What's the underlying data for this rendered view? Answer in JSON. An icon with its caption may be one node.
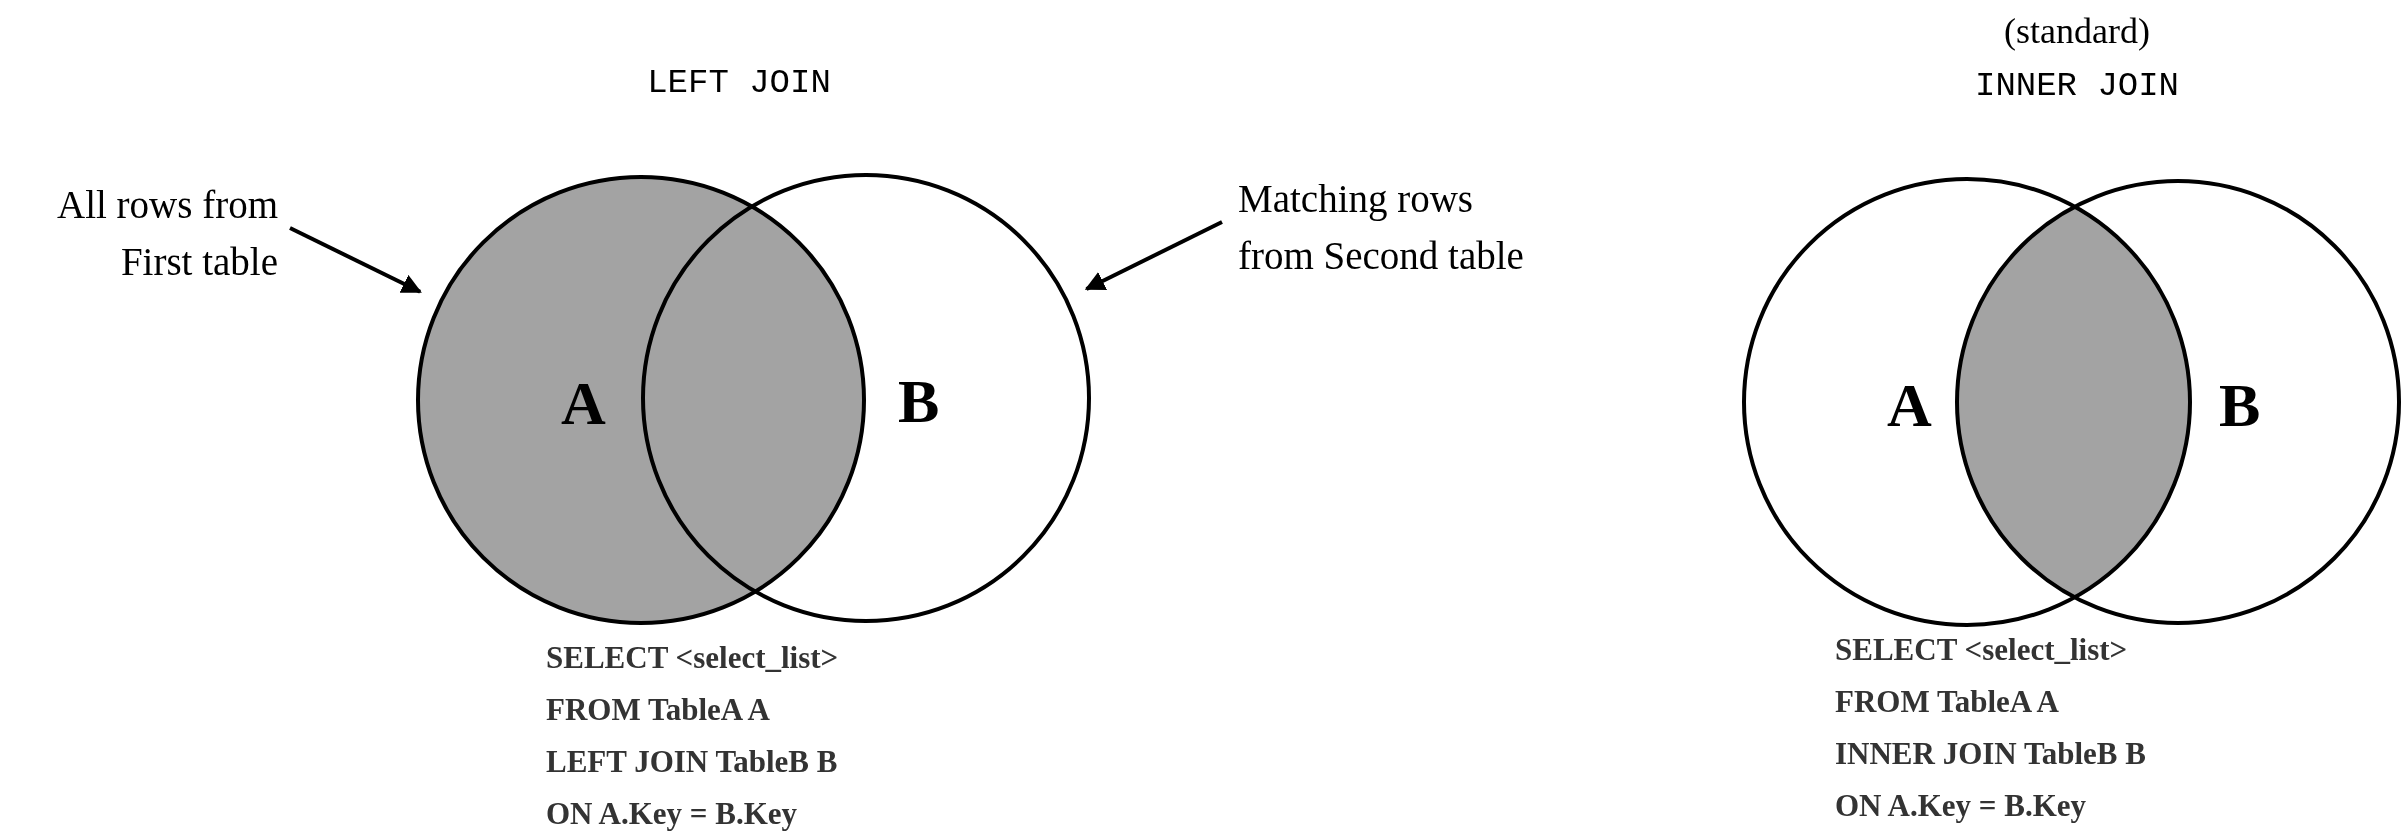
{
  "diagram": {
    "nodes": [
      {
        "text": [
          "All rows from First table"
        ]
      },
      {
        "text": [
          "A"
        ]
      },
      {
        "text": [
          "B"
        ]
      },
      {
        "text": [
          "Matching rows from Second table"
        ]
      },
      {
        "text": [
          "A"
        ]
      },
      {
        "text": [
          "B"
        ]
      }
    ],
    "edges": [
      {
        "from": 0,
        "to": 1,
        "arrow": "to"
      },
      {
        "from": 3,
        "to": 2,
        "arrow": "to"
      }
    ],
    "labels": [
      "LEFT JOIN",
      "SELECT <select_list>",
      "FROM TableA A",
      "LEFT JOIN TableB B",
      "ON A.Key = B.Key",
      "(standard)",
      "INNER JOIN",
      "SELECT <select_list>",
      "FROM TableA A",
      "INNER JOIN TableB B",
      "ON A.Key = B.Key"
    ]
  }
}
